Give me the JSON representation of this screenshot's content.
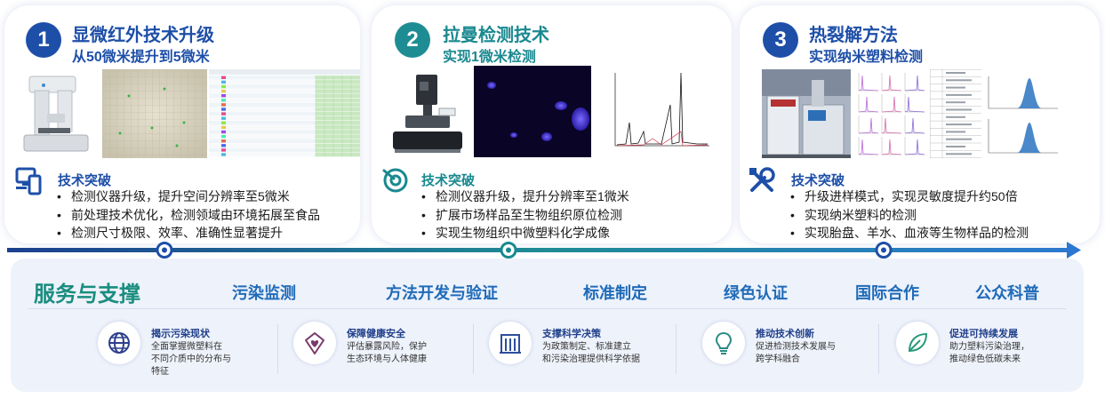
{
  "stages": [
    {
      "number": "1",
      "title": "显微红外技术升级",
      "subtitle": "从50微米提升到5微米",
      "breakthrough_label": "技术突破",
      "bullets": [
        "检测仪器升级，提升空间分辨率至5微米",
        "前处理技术优化，检测领域由环境拓展至食品",
        "检测尺寸极限、效率、准确性显著提升"
      ]
    },
    {
      "number": "2",
      "title": "拉曼检测技术",
      "subtitle": "实现1微米检测",
      "breakthrough_label": "技术突破",
      "bullets": [
        "检测仪器升级，提升分辨率至1微米",
        "扩展市场样品至生物组织原位检测",
        "实现生物组织中微塑料化学成像"
      ]
    },
    {
      "number": "3",
      "title": "热裂解方法",
      "subtitle": "实现纳米塑料检测",
      "breakthrough_label": "技术突破",
      "bullets": [
        "升级进样模式，实现灵敏度提升约50倍",
        "实现纳米塑料的检测",
        "实现胎盘、羊水、血液等生物样品的检测"
      ]
    }
  ],
  "support": {
    "title": "服务与支撑",
    "categories": [
      "污染监测",
      "方法开发与验证",
      "标准制定",
      "绿色认证",
      "国际合作",
      "公众科普"
    ],
    "features": [
      {
        "icon": "globe-icon",
        "title": "揭示污染现状",
        "desc": [
          "全面掌握微塑料在",
          "不同介质中的分布与",
          "特征"
        ]
      },
      {
        "icon": "heart-shield-icon",
        "title": "保障健康安全",
        "desc": [
          "评估暴露风险，保护",
          "生态环境与人体健康"
        ]
      },
      {
        "icon": "building-icon",
        "title": "支撑科学决策",
        "desc": [
          "为政策制定、标准建立",
          "和污染治理提供科学依据"
        ]
      },
      {
        "icon": "lightbulb-icon",
        "title": "推动技术创新",
        "desc": [
          "促进检测技术发展与",
          "跨学科融合"
        ]
      },
      {
        "icon": "leaf-icon",
        "title": "促进可持续发展",
        "desc": [
          "助力塑料污染治理，",
          "推动绿色低碳未来"
        ]
      }
    ]
  },
  "colors": {
    "primary_blue": "#1e4fa8",
    "teal": "#1a8990",
    "support_green": "#1a8d7f",
    "category_blue": "#1f6bb8"
  }
}
